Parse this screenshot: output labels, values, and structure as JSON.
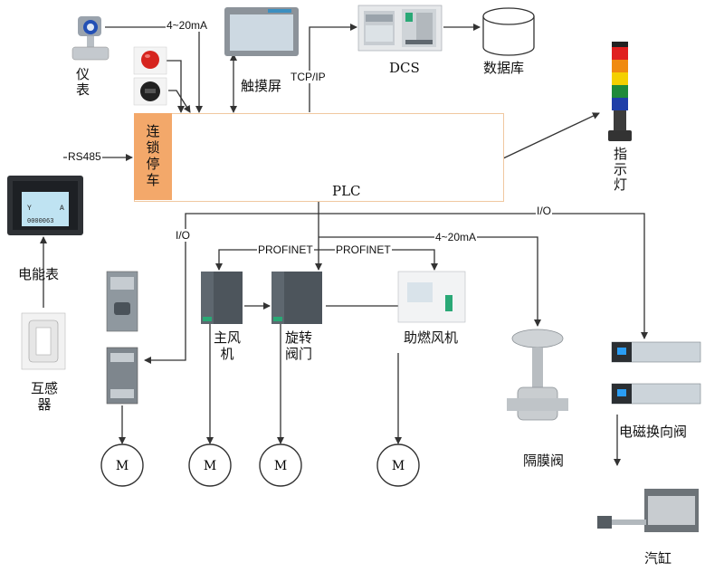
{
  "labels": {
    "instrument": "仪表",
    "signal_4_20_top": "4~20mA",
    "touchscreen": "触摸屏",
    "tcpip": "TCP/IP",
    "dcs": "DCS",
    "database": "数据库",
    "rs485": "RS485",
    "interlock": "连锁停车",
    "plc": "PLC",
    "indicator": "指示灯",
    "energy_meter": "电能表",
    "io_left": "I/O",
    "io_right": "I/O",
    "profinet_1": "PROFINET",
    "profinet_2": "PROFINET",
    "signal_4_20_mid": "4~20mA",
    "main_fan": "主风机",
    "rotary_valve": "旋转阀门",
    "combustion_fan": "助燃风机",
    "diaphragm_valve": "隔膜阀",
    "transformer": "互感器",
    "solenoid_valve": "电磁换向阀",
    "cylinder": "汽缸",
    "motor": "M",
    "meter_screen": [
      "Y",
      "A",
      "0000063"
    ]
  },
  "colors": {
    "interlock_bg": "#f3a86a",
    "plc_border": "#f0c8a0",
    "plc_body": "#d6dbdf",
    "plc_accent": "#2aa876",
    "line": "#333333",
    "meter_screen": "#bfe3f2",
    "tower_red": "#e02020",
    "tower_orange": "#f08a10",
    "tower_yellow": "#f4d000",
    "tower_green": "#1f8a3a",
    "tower_blue": "#1f3fa8"
  }
}
